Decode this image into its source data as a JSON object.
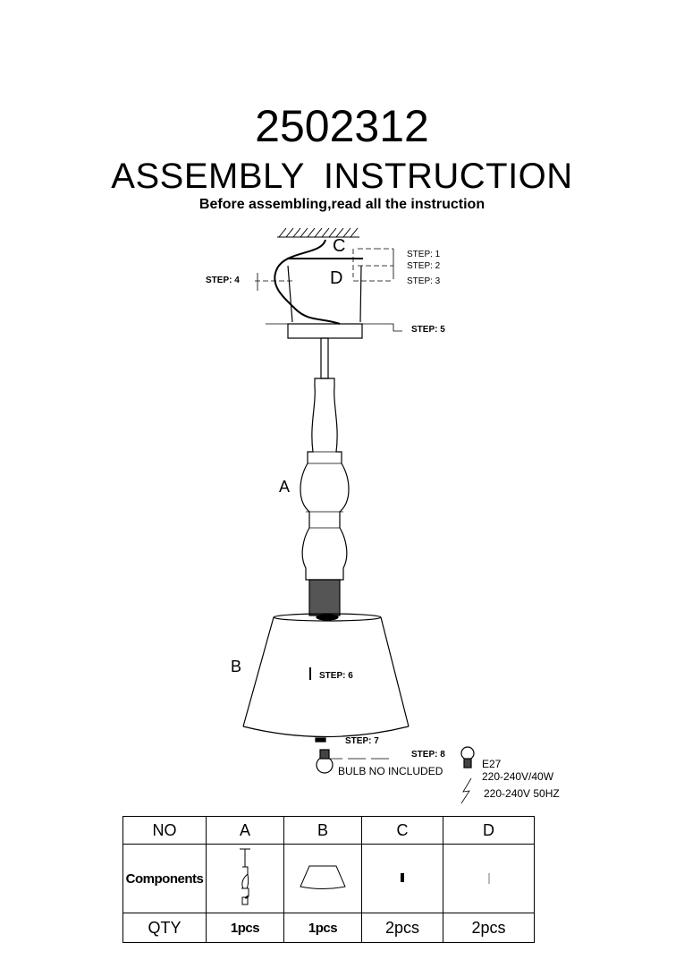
{
  "header": {
    "model": "2502312",
    "title": "ASSEMBLY  INSTRUCTION",
    "subtitle": "Before assembling,read all the instruction"
  },
  "diagram": {
    "part_labels": {
      "A": "A",
      "B": "B",
      "C": "C",
      "D": "D"
    },
    "steps": [
      "STEP: 1",
      "STEP: 2",
      "STEP: 3",
      "STEP: 4",
      "STEP: 5",
      "STEP: 6",
      "STEP: 7",
      "STEP: 8"
    ],
    "bulb_note": "BULB NO INCLUDED",
    "bulb_type": "E27",
    "bulb_rating": "220-240V/40W",
    "power": "220-240V 50HZ"
  },
  "table": {
    "headers": [
      "NO",
      "A",
      "B",
      "C",
      "D"
    ],
    "row_components_label": "Components",
    "qty_label": "QTY",
    "qty": [
      "1pcs",
      "1pcs",
      "2pcs",
      "2pcs"
    ]
  }
}
